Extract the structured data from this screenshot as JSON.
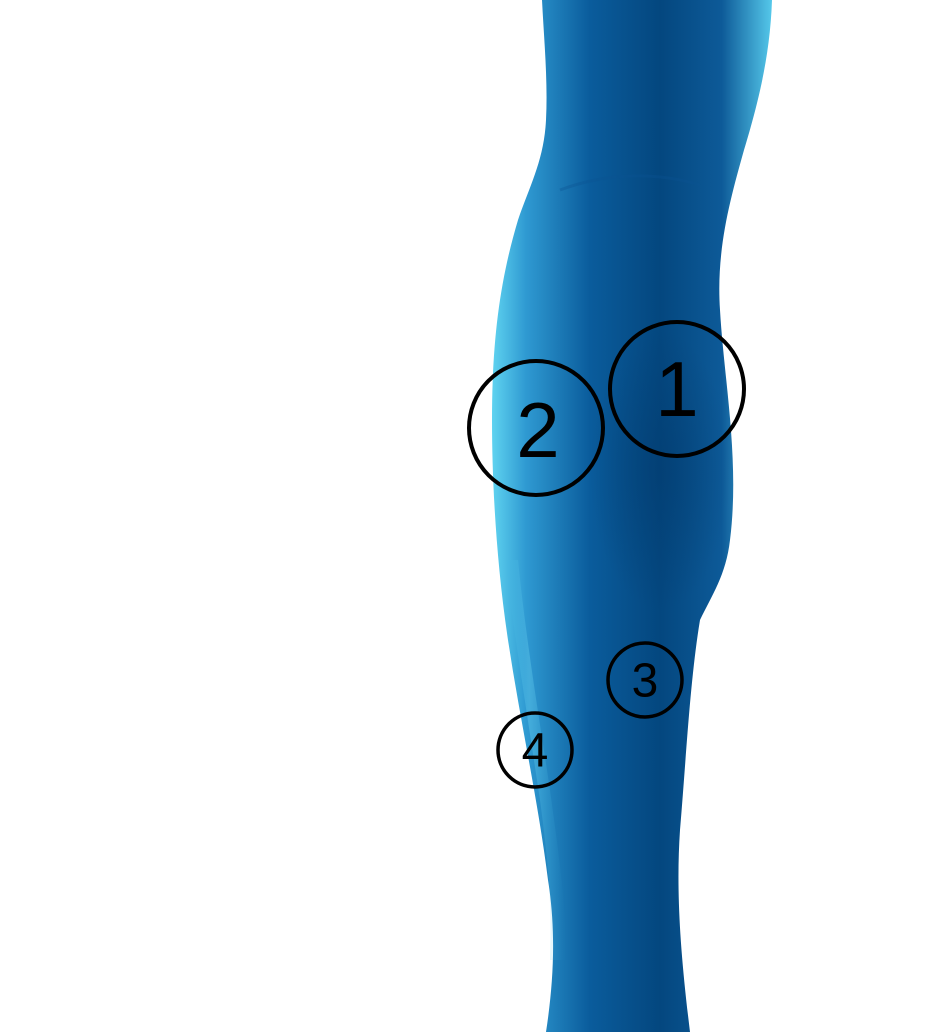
{
  "colors": {
    "background": "#ffffff",
    "leg_light": "#5fd3f0",
    "leg_mid": "#2a8fc8",
    "leg_dark": "#03457f",
    "marker_stroke": "#000000"
  },
  "markers": [
    {
      "label": "1"
    },
    {
      "label": "2"
    },
    {
      "label": "3"
    },
    {
      "label": "4"
    }
  ]
}
